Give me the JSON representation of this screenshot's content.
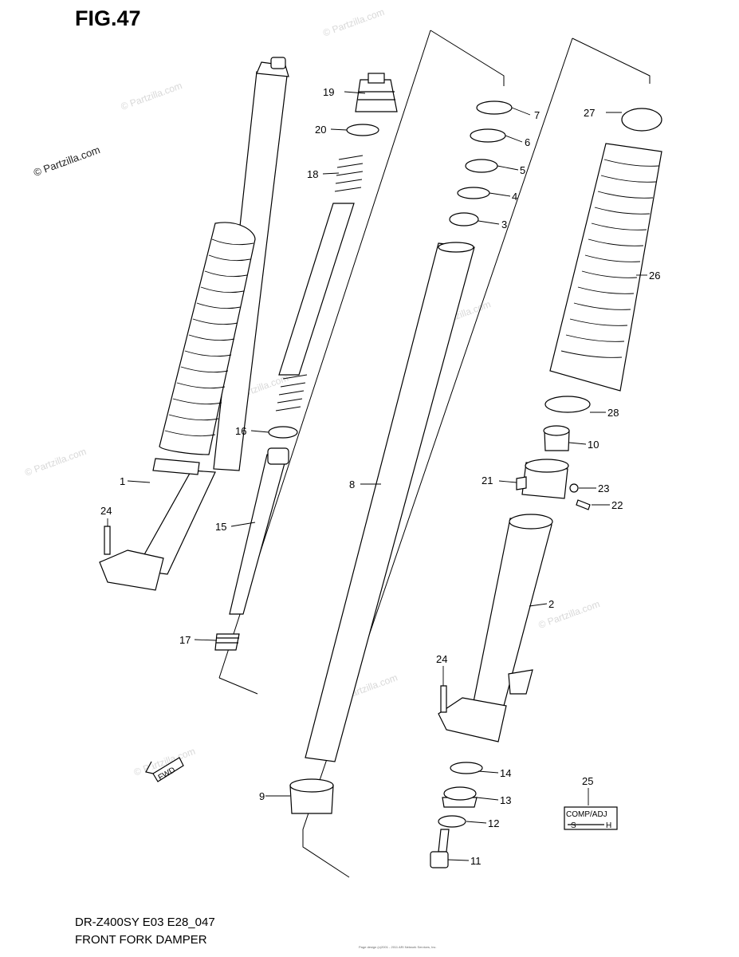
{
  "title": "FIG.47",
  "model_code": "DR-Z400SY E03 E28_047",
  "caption": "FRONT FORK DAMPER",
  "copyright": "© Partzilla.com",
  "watermark": "© Partzilla.com",
  "fine_print": "Page design (c)2001 - 2011 ARI Network Services, Inc.",
  "fwd_label": "FWD",
  "adjuster": {
    "top": "COMP/ADJ",
    "left": "S",
    "right": "H"
  },
  "callouts": {
    "c1": "1",
    "c2": "2",
    "c3": "3",
    "c4": "4",
    "c5": "5",
    "c6": "6",
    "c7": "7",
    "c8": "8",
    "c9": "9",
    "c10": "10",
    "c11": "11",
    "c12": "12",
    "c13": "13",
    "c14": "14",
    "c15": "15",
    "c16": "16",
    "c17": "17",
    "c18": "18",
    "c19": "19",
    "c20": "20",
    "c21": "21",
    "c22": "22",
    "c23": "23",
    "c24a": "24",
    "c24b": "24",
    "c25": "25",
    "c26": "26",
    "c27": "27",
    "c28": "28"
  }
}
